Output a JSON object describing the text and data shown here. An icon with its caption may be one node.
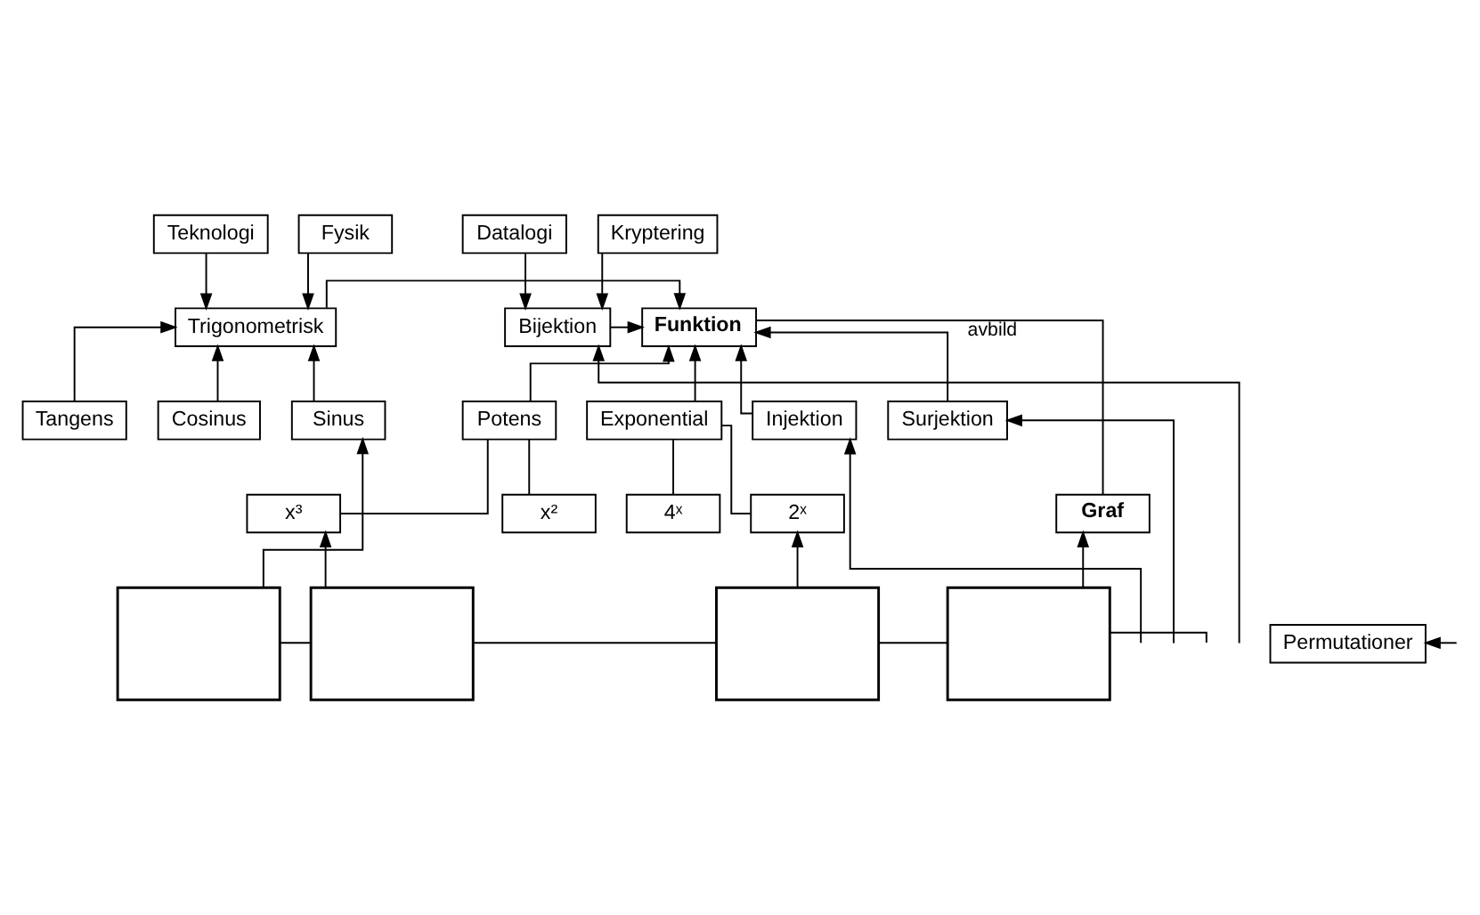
{
  "diagram": {
    "nodes": [
      {
        "text": [
          "Teknologi"
        ]
      },
      {
        "text": [
          "Fysik"
        ]
      },
      {
        "text": [
          "Datalogi"
        ]
      },
      {
        "text": [
          "Kryptering"
        ]
      },
      {
        "text": [
          "Trigonometrisk"
        ]
      },
      {
        "text": [
          "Funktion"
        ]
      },
      {
        "text": [
          "Bijektion"
        ]
      },
      {
        "text": [
          "Injektion"
        ]
      },
      {
        "text": [
          "Tangens"
        ]
      },
      {
        "text": [
          "Sinus"
        ]
      },
      {
        "text": [
          "Cosinus"
        ]
      },
      {
        "text": [
          "Surjektion"
        ]
      },
      {
        "text": [
          "Potens"
        ]
      },
      {
        "text": [
          "Exponential"
        ]
      },
      {
        "text": [
          "Permutationer"
        ]
      },
      {
        "text": [
          "x³"
        ]
      },
      {
        "text": [
          "x²"
        ]
      },
      {
        "text": [
          "4ˣ"
        ]
      },
      {
        "text": [
          "2ˣ"
        ]
      },
      {
        "text": [
          "Graf"
        ]
      },
      {
        "text": [],
        "shape": "box"
      },
      {
        "text": [],
        "shape": "box"
      },
      {
        "text": [],
        "shape": "box"
      },
      {
        "text": [],
        "shape": "box"
      }
    ],
    "edges": [
      {
        "from": 0,
        "to": 4,
        "arrow": "to"
      },
      {
        "from": 1,
        "to": 4,
        "arrow": "to"
      },
      {
        "from": 2,
        "to": 6,
        "arrow": "to"
      },
      {
        "from": 3,
        "to": 6,
        "arrow": "to"
      },
      {
        "from": 4,
        "to": 5,
        "arrow": "to"
      },
      {
        "from": 6,
        "to": 5,
        "arrow": "to"
      },
      {
        "from": 7,
        "to": 5,
        "arrow": "to"
      },
      {
        "from": 11,
        "to": 5,
        "arrow": "to"
      },
      {
        "from": 8,
        "to": 4,
        "arrow": "to"
      },
      {
        "from": 9,
        "to": 4,
        "arrow": "to"
      },
      {
        "from": 10,
        "to": 4,
        "arrow": "to"
      },
      {
        "from": 12,
        "to": 5,
        "arrow": "to"
      },
      {
        "from": 13,
        "to": 5,
        "arrow": "to"
      },
      {
        "from": 15,
        "to": 12,
        "arrow": "none"
      },
      {
        "from": 16,
        "to": 12,
        "arrow": "none"
      },
      {
        "from": 17,
        "to": 13,
        "arrow": "none"
      },
      {
        "from": 18,
        "to": 13,
        "arrow": "none"
      },
      {
        "from": 19,
        "to": 5,
        "arrow": "none",
        "label": "avbild"
      },
      {
        "from": 20,
        "to": 9,
        "arrow": "to"
      },
      {
        "from": 21,
        "to": 15,
        "arrow": "to"
      },
      {
        "from": 22,
        "to": 18,
        "arrow": "to"
      },
      {
        "from": 23,
        "to": 19,
        "arrow": "to"
      },
      {
        "from": 20,
        "to": 21,
        "arrow": "none"
      },
      {
        "from": 21,
        "to": 22,
        "arrow": "none"
      },
      {
        "from": 22,
        "to": 23,
        "arrow": "none"
      },
      {
        "from": 23,
        "to": null,
        "arrow": "none"
      },
      {
        "from": null,
        "to": 6,
        "arrow": "to"
      },
      {
        "from": null,
        "to": 7,
        "arrow": "to"
      },
      {
        "from": null,
        "to": 11,
        "arrow": "to"
      },
      {
        "from": null,
        "to": 14,
        "arrow": "to"
      }
    ]
  }
}
